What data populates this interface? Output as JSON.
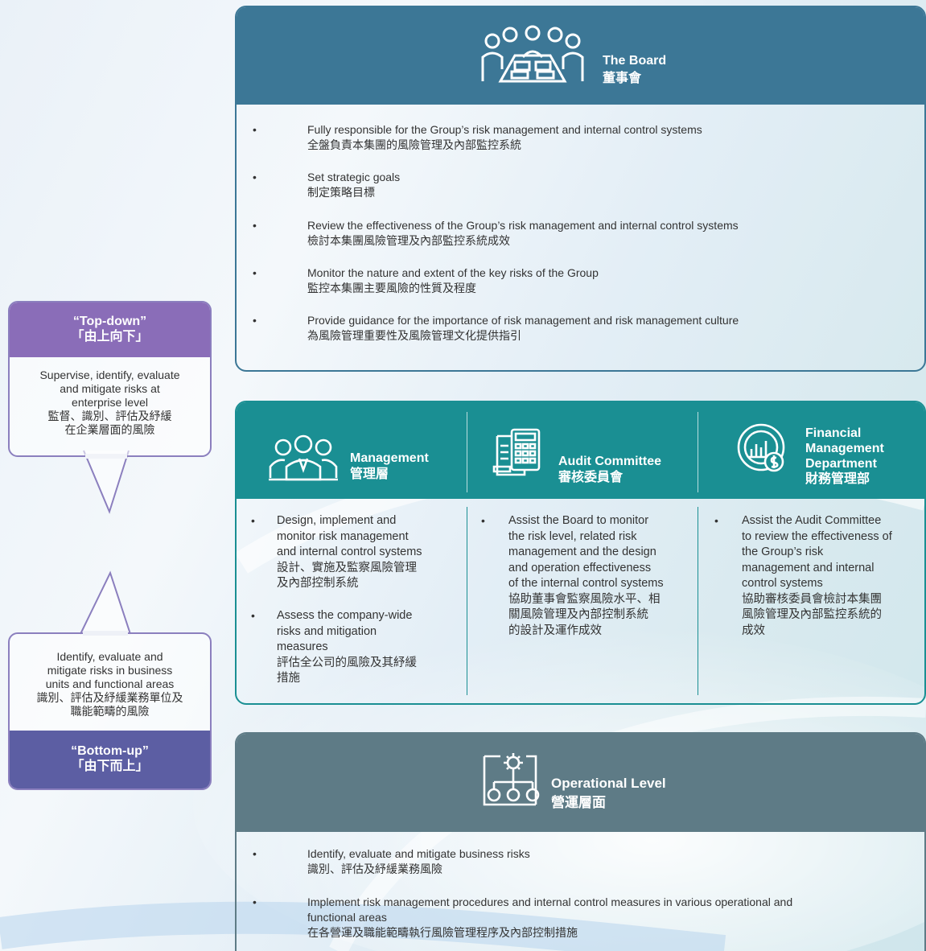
{
  "board": {
    "title_en": "The Board",
    "title_zh": "董事會",
    "icon": "boardroom-meeting-icon",
    "items": [
      {
        "en": "Fully responsible for the Group’s risk management and internal control systems",
        "zh": "全盤負責本集團的風險管理及內部監控系統"
      },
      {
        "en": "Set strategic goals",
        "zh": "制定策略目標"
      },
      {
        "en": "Review the effectiveness of the Group’s risk management and internal control systems",
        "zh": "檢討本集團風險管理及內部監控系統成效"
      },
      {
        "en": "Monitor the nature and extent of the key risks of the Group",
        "zh": "監控本集團主要風險的性質及程度"
      },
      {
        "en": "Provide guidance for the importance of risk management and risk management culture",
        "zh": "為風險管理重要性及風險管理文化提供指引"
      }
    ]
  },
  "middle": {
    "management": {
      "title_en": "Management",
      "title_zh": "管理層",
      "icon": "team-people-icon",
      "items": [
        {
          "en1": "Design, implement and",
          "en2": "monitor risk management",
          "en3": "and internal control systems",
          "zh1": "設計、實施及監察風險管理",
          "zh2": "及內部控制系統"
        },
        {
          "en1": "Assess the company-wide",
          "en2": "risks and mitigation",
          "en3": "measures",
          "zh1": "評估全公司的風險及其紓緩",
          "zh2": "措施"
        }
      ]
    },
    "audit": {
      "title_en": "Audit Committee",
      "title_zh": "審核委員會",
      "icon": "calculator-document-icon",
      "lines": [
        "Assist the Board to monitor",
        "the risk level, related risk",
        "management and the design",
        "and operation effectiveness",
        "of the internal control systems",
        "協助董事會監察風險水平、相",
        "關風險管理及內部控制系統",
        "的設計及運作成效"
      ]
    },
    "finance": {
      "title_en1": "Financial",
      "title_en2": "Management",
      "title_en3": "Department",
      "title_zh": "財務管理部",
      "icon": "financial-chart-icon",
      "lines": [
        "Assist the Audit Committee",
        "to review the effectiveness of",
        "the Group’s risk",
        "management and internal",
        "control systems",
        "協助審核委員會檢討本集團",
        "風險管理及內部監控系統的",
        "成效"
      ]
    }
  },
  "operational": {
    "title_en": "Operational Level",
    "title_zh": "營運層面",
    "icon": "process-flow-icon",
    "items": [
      {
        "en1": "Identify, evaluate and mitigate business risks",
        "en2": "",
        "zh": "識別、評估及紓緩業務風險"
      },
      {
        "en1": "Implement risk management procedures and internal control measures in various operational and",
        "en2": "functional areas",
        "zh": "在各營運及職能範疇執行風險管理程序及內部控制措施"
      }
    ]
  },
  "topdown": {
    "head_en": "“Top-down”",
    "head_zh": "「由上向下」",
    "lines": [
      "Supervise, identify, evaluate",
      "and mitigate risks at",
      "enterprise level",
      "監督、識別、評估及紓緩",
      "在企業層面的風險"
    ]
  },
  "bottomup": {
    "head_en": "“Bottom-up”",
    "head_zh": "「由下而上」",
    "lines": [
      "Identify, evaluate and",
      "mitigate risks in business",
      "units and functional areas",
      "識別、評估及紓緩業務單位及",
      "職能範疇的風險"
    ]
  },
  "bullet": "•",
  "colors": {
    "board": "#3c7796",
    "middle": "#1a8f93",
    "operational": "#5e7b86",
    "purple_top": "#8a6db8",
    "purple_bottom": "#5c5ea3",
    "border_purple": "#8b7fbe"
  }
}
